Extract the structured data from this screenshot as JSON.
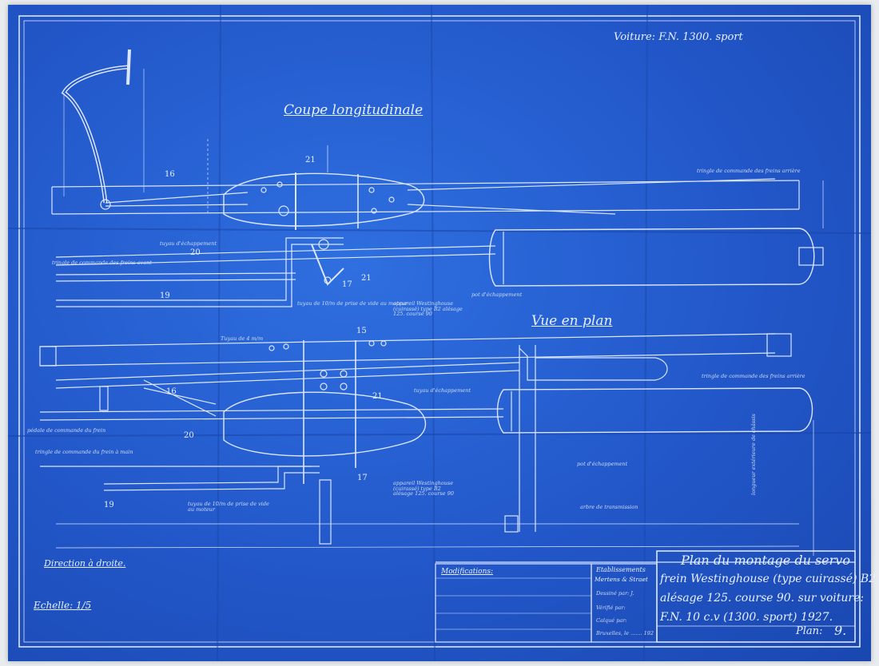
{
  "header": {
    "voiture": "Voiture: F.N. 1300. sport"
  },
  "views": {
    "longitudinal_title": "Coupe longitudinale",
    "plan_title": "Vue en plan"
  },
  "callouts": {
    "exhaust_pipe_top": "tuyau d'échappement",
    "brake_rod_front": "tringle de commande des freins avant",
    "brake_rod_rear_top": "tringle de commande des freins arrière",
    "vacuum_pipe_top": "tuyau de 10/m de prise de vide au moteur",
    "westinghouse_top": "appareil Westinghouse (cuirassé) type B2 alésage 125. course 90",
    "exhaust_pot_top": "pot d'échappement",
    "tube_plan": "Tuyau de 4 m/m",
    "brake_rod_rear_plan": "tringle de commande des freins arrière",
    "exhaust_pipe_plan": "tuyau d'échappement",
    "pedal_plan": "pédale de commande du frein",
    "hand_brake_rod": "tringle de commande du frein à main",
    "exhaust_pot_plan": "pot d'échappement",
    "westinghouse_plan": "appareil Westinghouse (cuirassé) type B2 alésage 125. course 90",
    "vacuum_pipe_plan": "tuyau de 10/m de prise de vide au moteur",
    "transmission_shaft": "arbre de transmission",
    "rear_length": "longueur extérieure de châssis"
  },
  "numbers": {
    "n16_top": "16",
    "n21_top": "21",
    "n20_top": "20",
    "n17_top": "17",
    "n21b_top": "21",
    "n19_top": "19",
    "n15_plan": "15",
    "n16_plan": "16",
    "n21_plan": "21",
    "n20_plan": "20",
    "n17_plan": "17",
    "n19_plan": "19"
  },
  "footer": {
    "direction": "Direction à droite.",
    "scale": "Echelle: 1/5",
    "modifications_label": "Modifications:",
    "company_line1": "Etablissements",
    "company_line2": "Mertens & Straet",
    "dessine_par": "Dessiné par: J.",
    "verifie_par": "Vérifié par:",
    "calque_par": "Calqué par:",
    "date_line": "Bruxelles, le ....... 192"
  },
  "title_block": {
    "line1": "Plan du montage du servo",
    "line2": "frein Westinghouse (type cuirassé) B2.",
    "line3": "alésage 125. course 90. sur voiture:",
    "line4": "F.N. 10 c.v (1300. sport) 1927.",
    "plan_label": "Plan:",
    "plan_number": "9."
  },
  "colors": {
    "paper": "#2257c9",
    "line": "#e8f0ff"
  }
}
